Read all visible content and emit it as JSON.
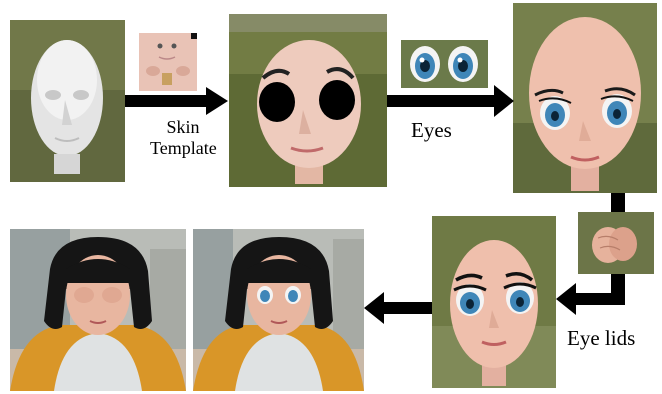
{
  "labels": {
    "skin_line1": "Skin",
    "skin_line2": "Template",
    "eyes": "Eyes",
    "eye_lids": "Eye lids"
  },
  "colors": {
    "arrow": "#000000",
    "skin": "#e8b6a0",
    "grass": "#6f7a43",
    "hair": "#151515",
    "iris": "#3f86b8",
    "jacket": "#d99628"
  },
  "icons": {
    "head_mesh": "white-head-mesh",
    "skin_texture": "skin-texture-map",
    "eye_texture": "anime-eyes",
    "eyelid_mesh": "eyelid-mesh",
    "arrow": "right-arrow"
  }
}
